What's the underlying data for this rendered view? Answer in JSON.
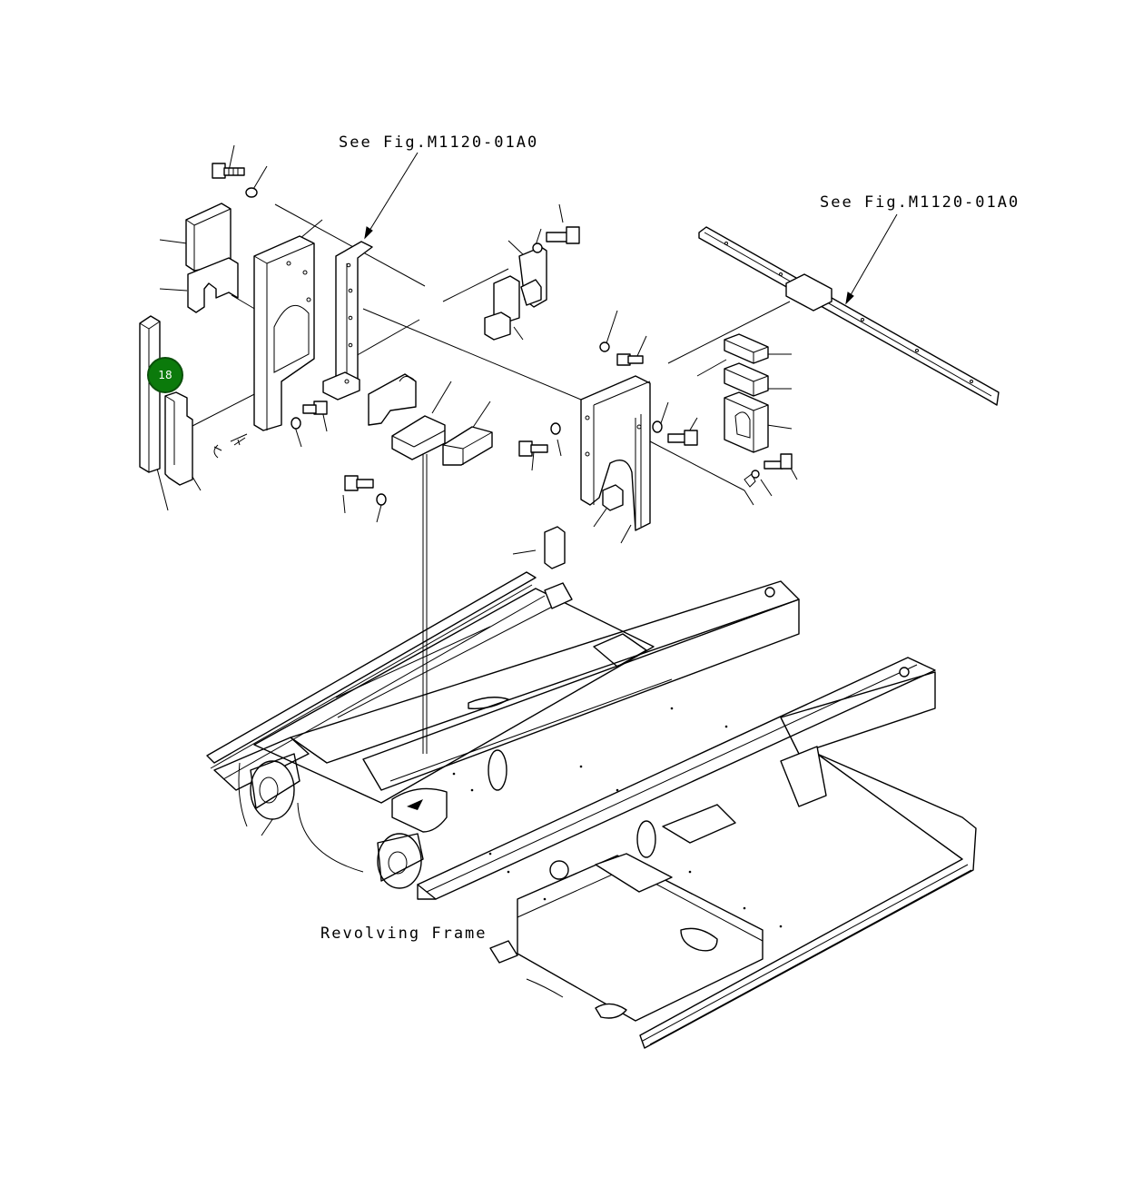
{
  "labels": {
    "ref_top": "See Fig.M1120-01A0",
    "ref_right": "See Fig.M1120-01A0",
    "frame": "Revolving Frame"
  },
  "callout": {
    "number": "18",
    "color": "#0b7a0b"
  }
}
